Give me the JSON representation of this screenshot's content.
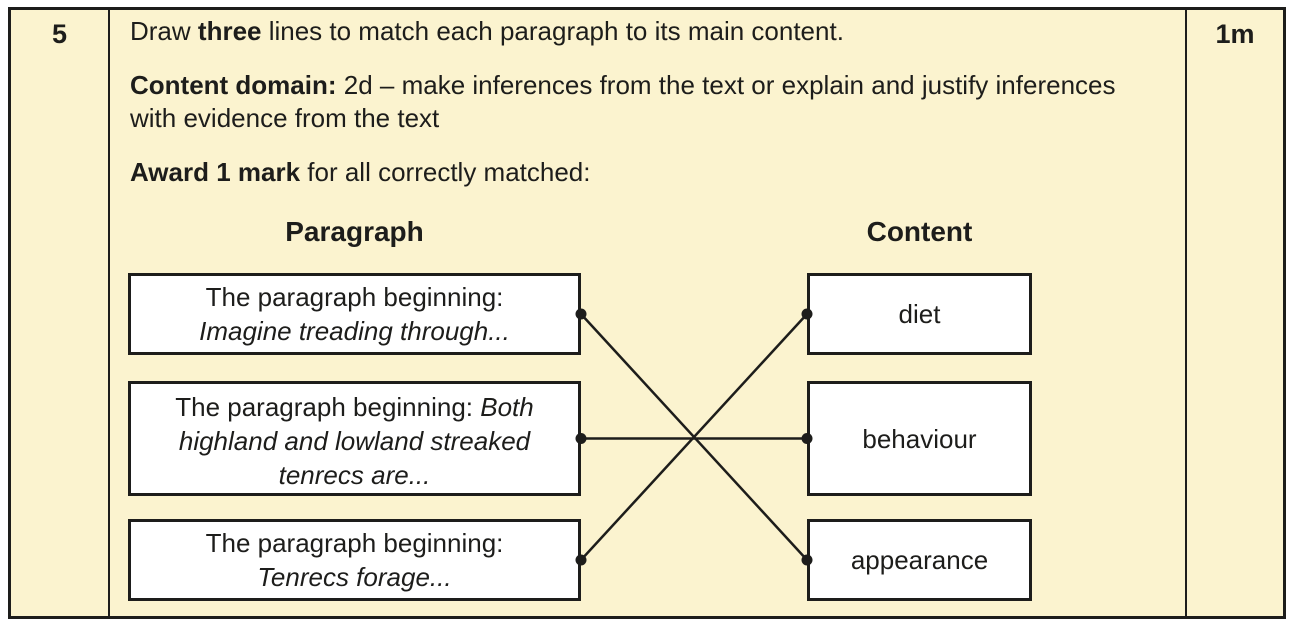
{
  "colors": {
    "sheet_background": "#FBF3CF",
    "line_color": "#1D1D1B",
    "box_fill": "#FFFFFF",
    "page_background": "#FFFFFF"
  },
  "question": {
    "number": "5",
    "marks": "1m",
    "prompt": {
      "pre": "Draw ",
      "bold": "three",
      "post": " lines to match each paragraph to its main content."
    },
    "content_domain": {
      "label": "Content domain:",
      "line1": " 2d – make inferences from the text or explain and justify inferences",
      "line2": "with evidence from the text"
    },
    "award": {
      "bold": "Award 1 mark",
      "rest": " for all correctly matched:"
    }
  },
  "diagram": {
    "left_header": "Paragraph",
    "right_header": "Content",
    "paragraphs": [
      {
        "prefix": "The paragraph beginning: ",
        "excerpt": "Imagine treading through..."
      },
      {
        "prefix": "The paragraph beginning: ",
        "excerpt": "Both highland and lowland streaked tenrecs are..."
      },
      {
        "prefix": "The paragraph beginning: ",
        "excerpt": "Tenrecs forage..."
      }
    ],
    "contents": [
      "diet",
      "behaviour",
      "appearance"
    ],
    "connections": [
      {
        "paragraph_index": 0,
        "content_index": 2
      },
      {
        "paragraph_index": 1,
        "content_index": 1
      },
      {
        "paragraph_index": 2,
        "content_index": 0
      }
    ]
  }
}
